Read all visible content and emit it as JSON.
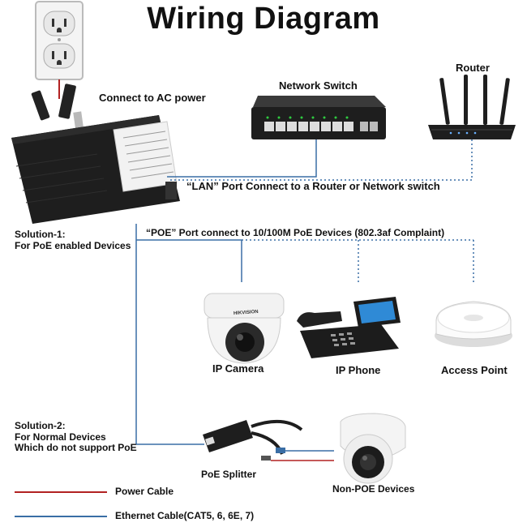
{
  "title": "Wiring Diagram",
  "labels": {
    "ac_power": "Connect to AC power",
    "network_switch": "Network Switch",
    "router": "Router",
    "lan_port": "“LAN” Port Connect to a Router or Network switch",
    "poe_port": "“POE” Port connect to 10/100M PoE Devices (802.3af Complaint)",
    "solution1_line1": "Solution-1:",
    "solution1_line2": "For PoE enabled Devices",
    "solution2_line1": "Solution-2:",
    "solution2_line2": "For Normal Devices",
    "solution2_line3": "Which do not support PoE",
    "ip_camera": "IP Camera",
    "ip_phone": "IP Phone",
    "access_point": "Access Point",
    "poe_splitter": "PoE Splitter",
    "non_poe_devices": "Non-POE Devices",
    "camera_brand": "HIKVISION"
  },
  "legend": [
    {
      "label": "Power Cable",
      "color": "#b22222"
    },
    {
      "label": "Ethernet Cable(CAT5, 6, 6E, 7)",
      "color": "#3a6ea5"
    }
  ],
  "colors": {
    "ethernet": "#3a6ea5",
    "power": "#b22222",
    "device_dark": "#1c1c1c",
    "device_light": "#f2f2f2"
  }
}
